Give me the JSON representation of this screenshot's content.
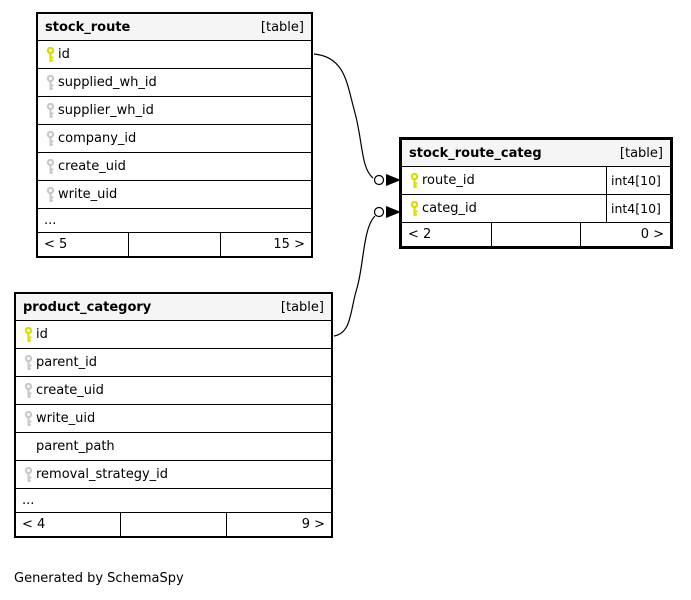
{
  "diagram": {
    "footer_note": "Generated by SchemaSpy"
  },
  "colors": {
    "primary_key": "#d6dd00",
    "secondary_key": "#c8c8c8",
    "header_bg": "#f5f5f5",
    "border": "#000000"
  },
  "tables": [
    {
      "name": "stock_route",
      "badge": "[table]",
      "rows": [
        {
          "name": "id",
          "key": "primary"
        },
        {
          "name": "supplied_wh_id",
          "key": "secondary"
        },
        {
          "name": "supplier_wh_id",
          "key": "secondary"
        },
        {
          "name": "company_id",
          "key": "secondary"
        },
        {
          "name": "create_uid",
          "key": "secondary"
        },
        {
          "name": "write_uid",
          "key": "secondary"
        }
      ],
      "ellipsis": "...",
      "footer": {
        "left": "< 5",
        "middle": "",
        "right": "15 >"
      }
    },
    {
      "name": "stock_route_categ",
      "badge": "[table]",
      "rows": [
        {
          "name": "route_id",
          "key": "primary",
          "type": "int4[10]"
        },
        {
          "name": "categ_id",
          "key": "primary",
          "type": "int4[10]"
        }
      ],
      "footer": {
        "left": "< 2",
        "middle": "",
        "right": "0 >"
      }
    },
    {
      "name": "product_category",
      "badge": "[table]",
      "rows": [
        {
          "name": "id",
          "key": "primary"
        },
        {
          "name": "parent_id",
          "key": "secondary"
        },
        {
          "name": "create_uid",
          "key": "secondary"
        },
        {
          "name": "write_uid",
          "key": "secondary"
        },
        {
          "name": "parent_path",
          "key": "none"
        },
        {
          "name": "removal_strategy_id",
          "key": "secondary"
        }
      ],
      "ellipsis": "...",
      "footer": {
        "left": "< 4",
        "middle": "",
        "right": "9 >"
      }
    }
  ],
  "relationships": [
    {
      "from_table": "stock_route",
      "from_column": "id",
      "to_table": "stock_route_categ",
      "to_column": "route_id"
    },
    {
      "from_table": "product_category",
      "from_column": "id",
      "to_table": "stock_route_categ",
      "to_column": "categ_id"
    }
  ]
}
